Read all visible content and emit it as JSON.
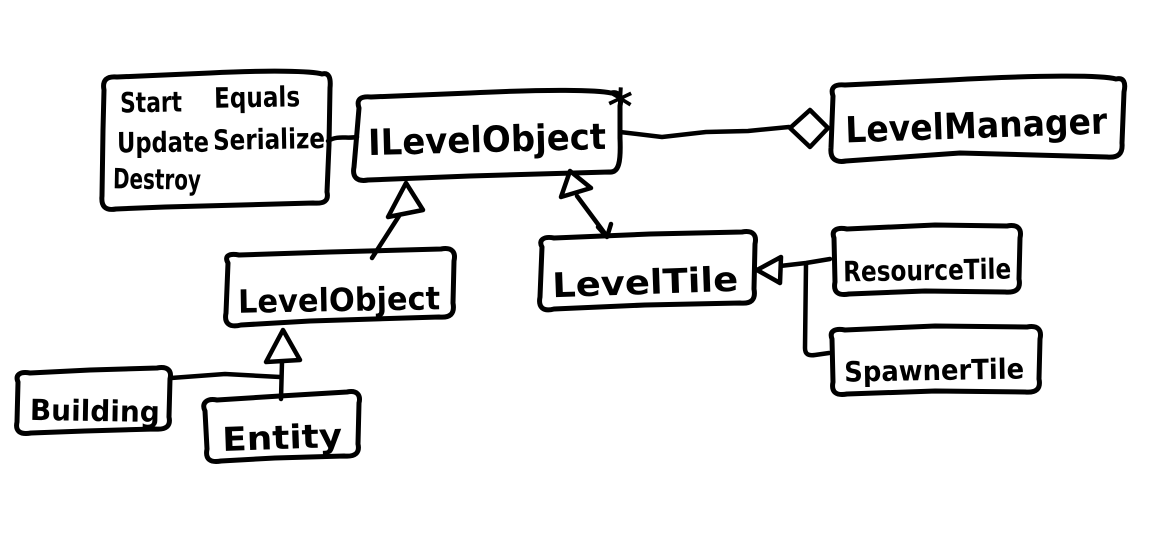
{
  "diagram": {
    "kind": "hand-drawn UML class diagram",
    "colors": {
      "ink": "#000000",
      "background": "#ffffff"
    },
    "nodes": {
      "interface_note": {
        "col1": [
          "Start",
          "Update",
          "Destroy"
        ],
        "col2": [
          "Equals",
          "Serialize"
        ]
      },
      "ilevelobject": {
        "label": "ILevelObject"
      },
      "levelmanager": {
        "label": "LevelManager"
      },
      "levelobject": {
        "label": "LevelObject"
      },
      "leveltile": {
        "label": "LevelTile"
      },
      "resourcetile": {
        "label": "ResourceTile"
      },
      "spawnertile": {
        "label": "SpawnerTile"
      },
      "building": {
        "label": "Building"
      },
      "entity": {
        "label": "Entity"
      }
    },
    "annotations": {
      "multiplicity_star": "*"
    },
    "edges": [
      {
        "from": "ILevelObject",
        "to": "LevelManager",
        "type": "aggregation",
        "multiplicity": "*"
      },
      {
        "from": "LevelObject",
        "to": "ILevelObject",
        "type": "realization"
      },
      {
        "from": "LevelTile",
        "to": "ILevelObject",
        "type": "realization"
      },
      {
        "from": "ResourceTile",
        "to": "LevelTile",
        "type": "inheritance"
      },
      {
        "from": "SpawnerTile",
        "to": "LevelTile",
        "type": "inheritance"
      },
      {
        "from": "Building",
        "to": "LevelObject",
        "type": "inheritance"
      },
      {
        "from": "Entity",
        "to": "LevelObject",
        "type": "inheritance"
      },
      {
        "from": "method-note",
        "to": "ILevelObject",
        "type": "note-link"
      }
    ]
  }
}
